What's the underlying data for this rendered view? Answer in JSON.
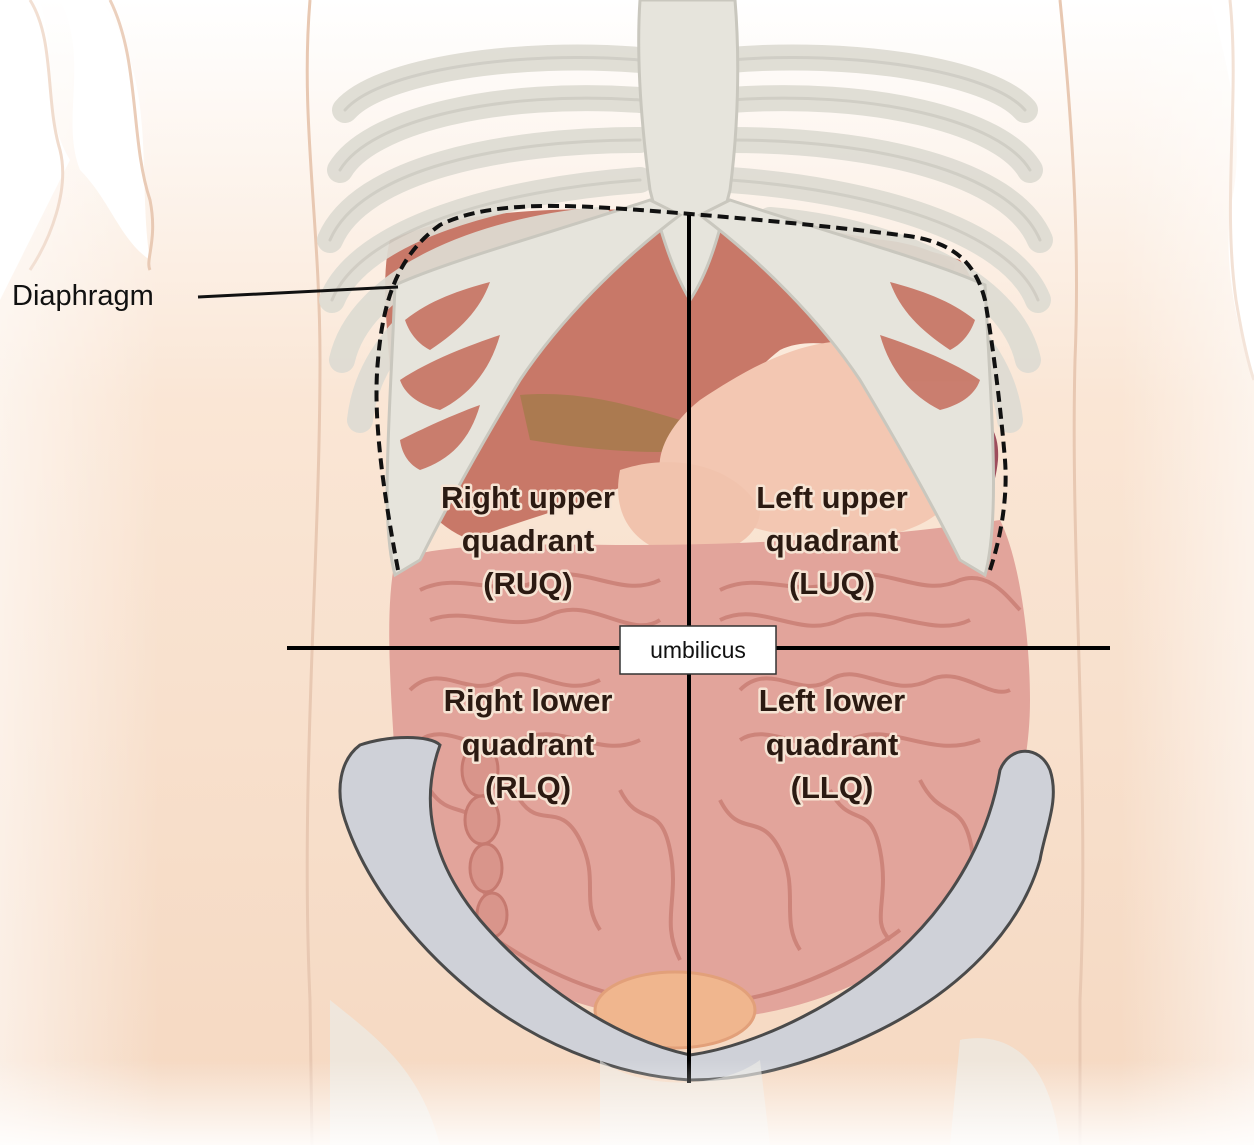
{
  "callout": {
    "label": "Diaphragm"
  },
  "quadrants": {
    "ruq": {
      "line1": "Right upper",
      "line2": "quadrant",
      "line3": "(RUQ)"
    },
    "luq": {
      "line1": "Left upper",
      "line2": "quadrant",
      "line3": "(LUQ)"
    },
    "rlq": {
      "line1": "Right lower",
      "line2": "quadrant",
      "line3": "(RLQ)"
    },
    "llq": {
      "line1": "Left lower",
      "line2": "quadrant",
      "line3": "(LLQ)"
    }
  },
  "umbilicus": {
    "label": "umbilicus"
  },
  "colors": {
    "skin": "#f7dcc6",
    "bone": "#e6e4dc",
    "liver": "#c87868",
    "intestine": "#e2a49b",
    "pelvis_rim": "#cfd1d8",
    "lines": "#000000"
  }
}
